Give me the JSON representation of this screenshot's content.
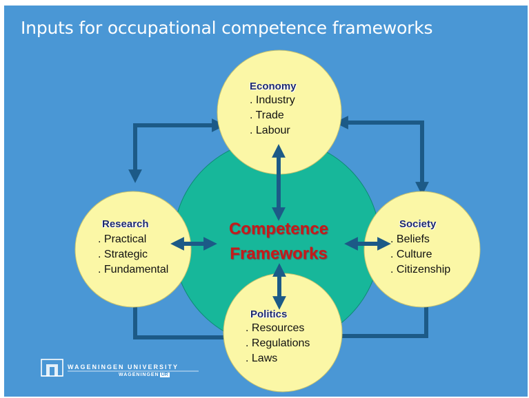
{
  "slide": {
    "title": "Inputs for occupational competence frameworks"
  },
  "colors": {
    "background": "#4a97d5",
    "circle_fill": "#fbf7a6",
    "center_fill": "#17b79a",
    "arrow": "#1c5a87",
    "center_text": "#c41a1a",
    "node_title_text": "#1e2a6b"
  },
  "center": {
    "line1": "Competence",
    "line2": "Frameworks"
  },
  "nodes": {
    "economy": {
      "title": "Economy",
      "items": [
        ". Industry",
        ". Trade",
        ". Labour"
      ]
    },
    "research": {
      "title": "Research",
      "items": [
        ". Practical",
        ". Strategic",
        ". Fundamental"
      ]
    },
    "society": {
      "title": "Society",
      "items": [
        ". Beliefs",
        ". Culture",
        ". Citizenship"
      ]
    },
    "politics": {
      "title": "Politics",
      "items": [
        ". Resources",
        ". Regulations",
        ". Laws"
      ]
    }
  },
  "logo": {
    "line1": "WAGENINGEN UNIVERSITY",
    "line2_prefix": "WAGENINGEN",
    "line2_badge": "UR"
  }
}
